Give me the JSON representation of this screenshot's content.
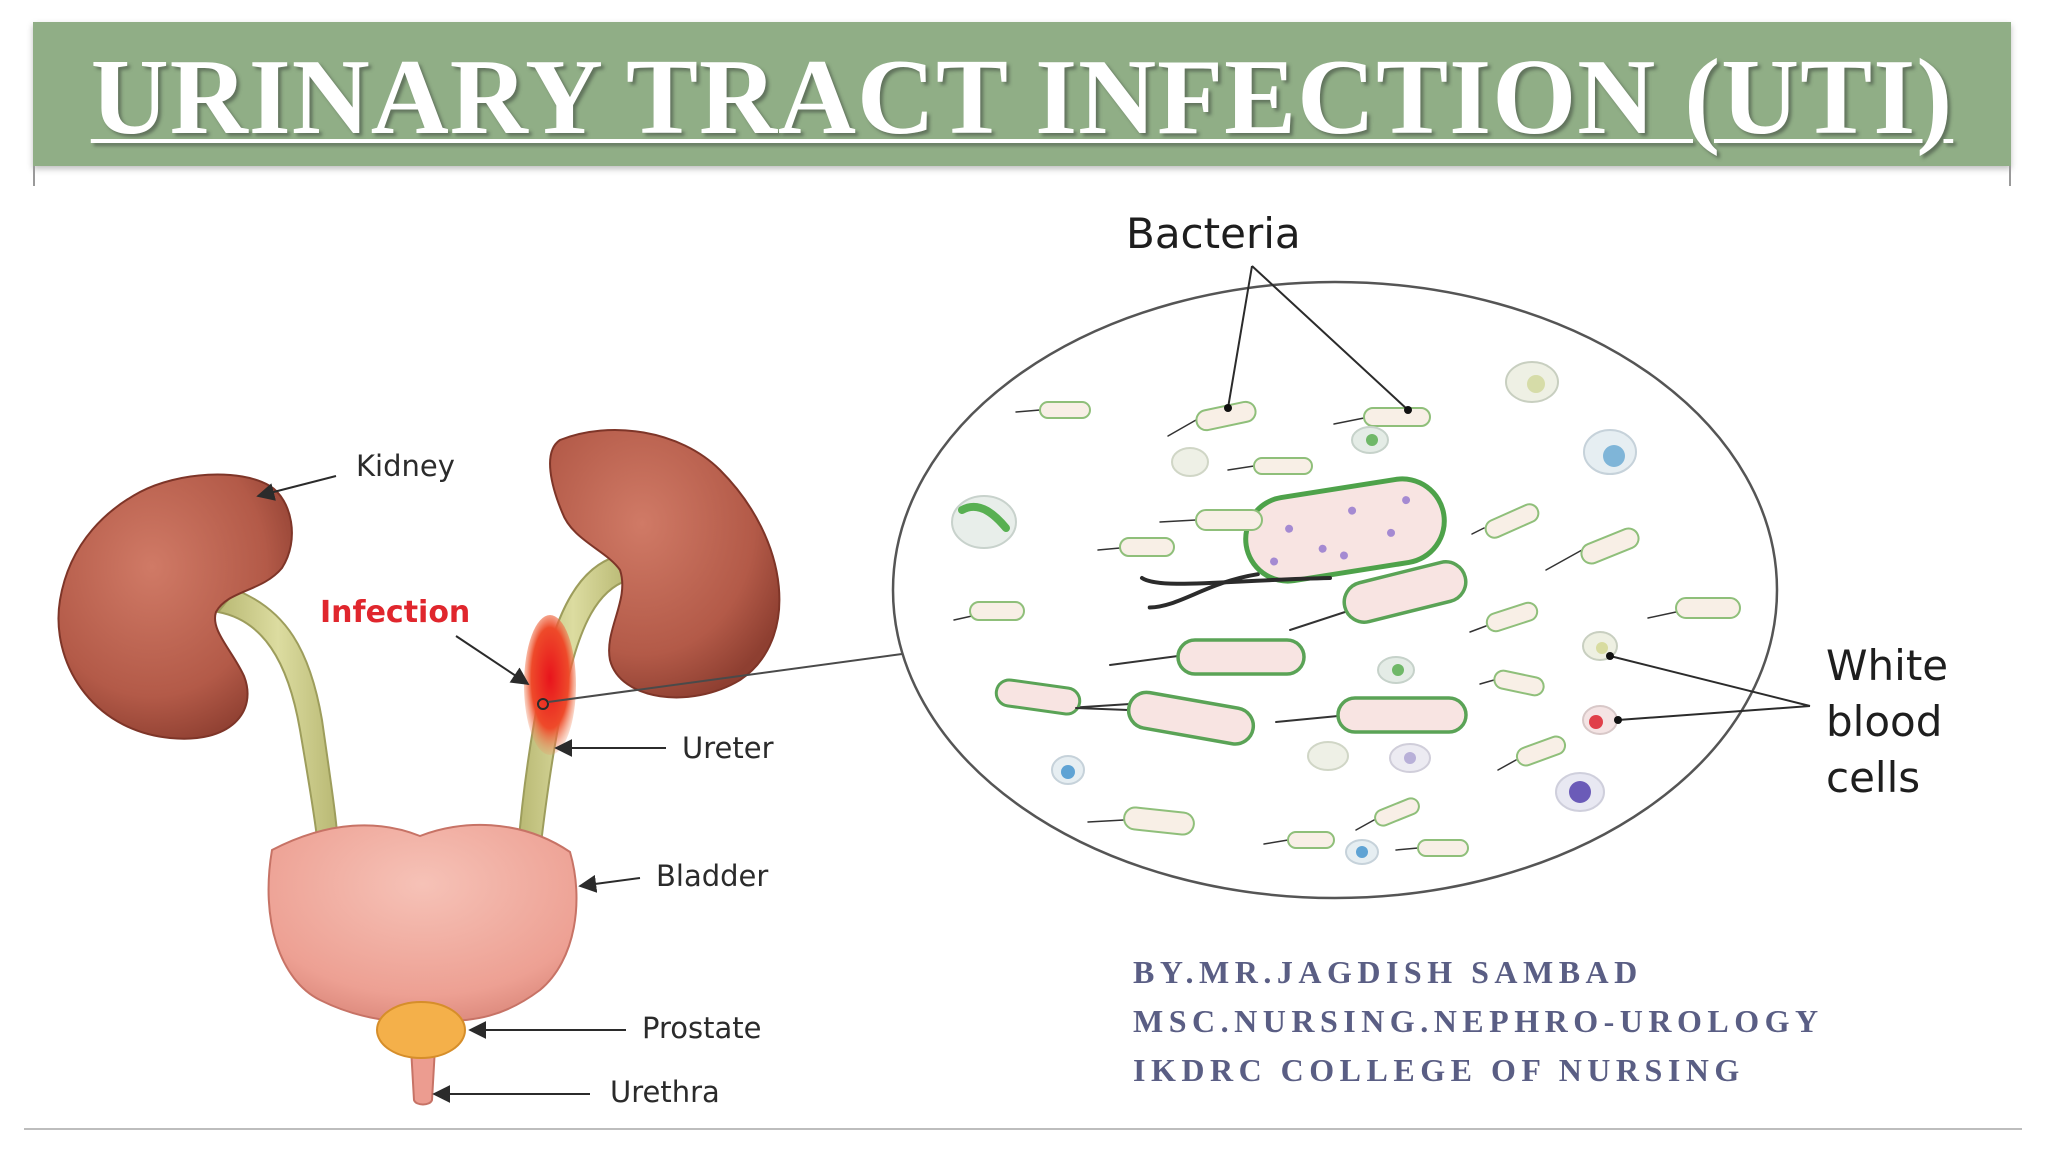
{
  "title": "URINARY TRACT INFECTION (UTI)",
  "diagram": {
    "labels": {
      "kidney": "Kidney",
      "infection": "Infection",
      "ureter": "Ureter",
      "bladder": "Bladder",
      "prostate": "Prostate",
      "urethra": "Urethra",
      "bacteria": "Bacteria",
      "wbc_line1": "White",
      "wbc_line2": "blood",
      "wbc_line3": "cells"
    },
    "colors": {
      "title_band": "#90ae86",
      "kidney": "#b9604e",
      "ureter": "#cfcf8f",
      "bladder": "#eea69b",
      "prostate": "#f4b04a",
      "infection": "#e0262d",
      "bacteria_outline": "#5aa356",
      "author_text": "#5a5e84"
    }
  },
  "author": {
    "line1": "BY.MR.JAGDISH SAMBAD",
    "line2": "MSC.NURSING.NEPHRO-UROLOGY",
    "line3": "IKDRC COLLEGE OF NURSING"
  }
}
